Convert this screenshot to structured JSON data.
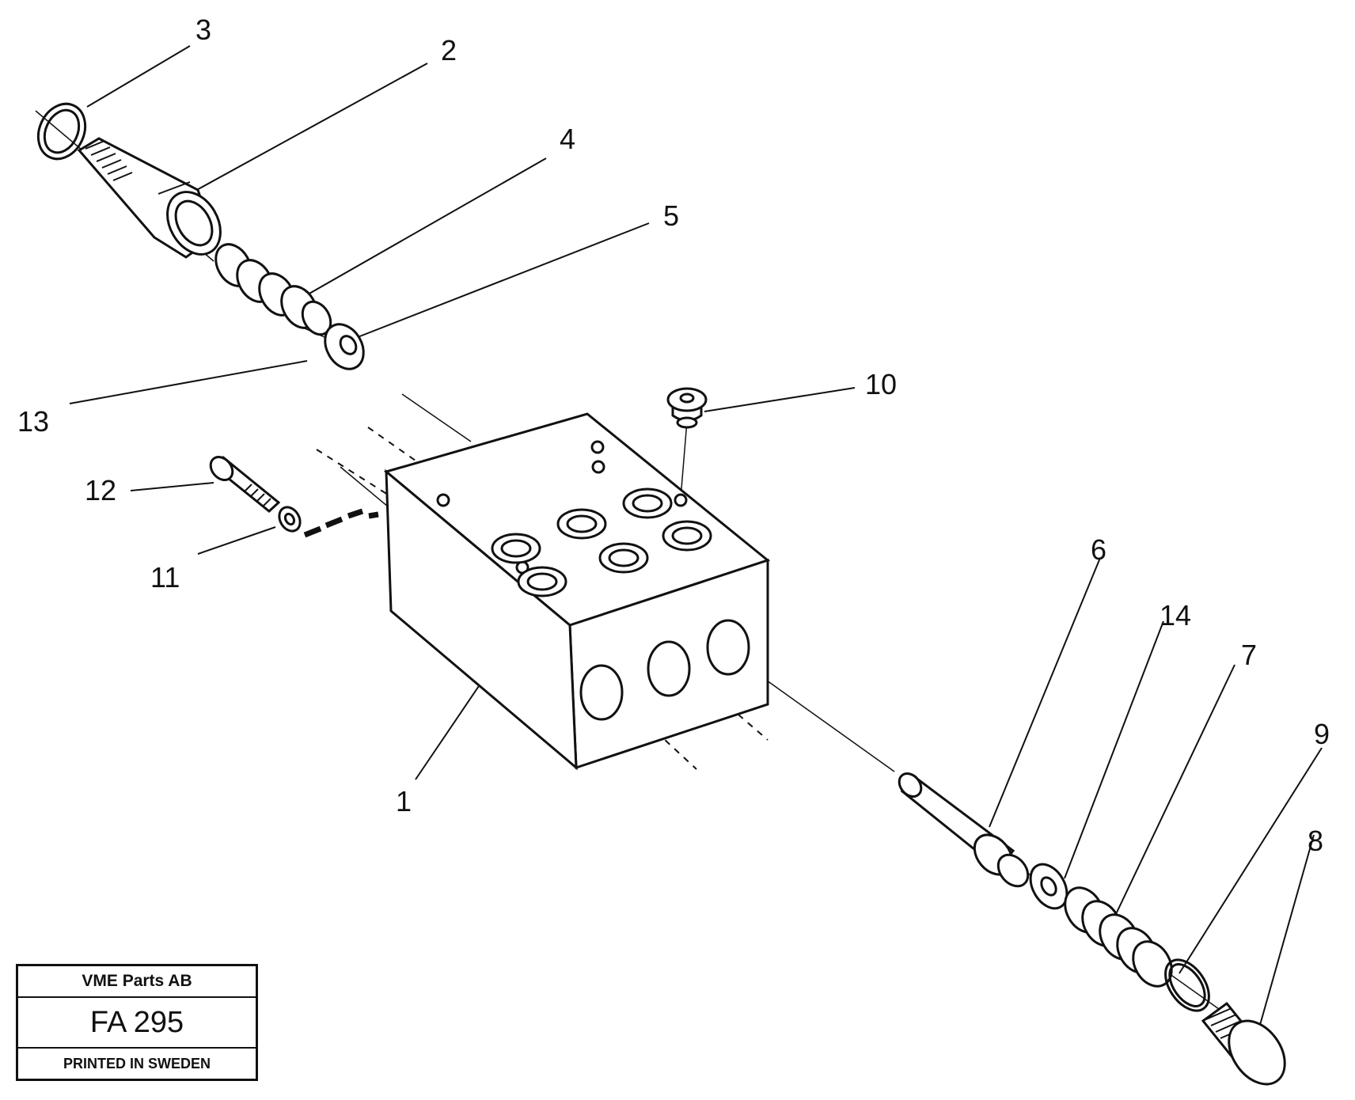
{
  "callouts": [
    {
      "id": "1",
      "label": "1"
    },
    {
      "id": "2",
      "label": "2"
    },
    {
      "id": "3",
      "label": "3"
    },
    {
      "id": "4",
      "label": "4"
    },
    {
      "id": "5",
      "label": "5"
    },
    {
      "id": "6",
      "label": "6"
    },
    {
      "id": "7",
      "label": "7"
    },
    {
      "id": "8",
      "label": "8"
    },
    {
      "id": "9",
      "label": "9"
    },
    {
      "id": "10",
      "label": "10"
    },
    {
      "id": "11",
      "label": "11"
    },
    {
      "id": "12",
      "label": "12"
    },
    {
      "id": "13",
      "label": "13"
    },
    {
      "id": "14",
      "label": "14"
    }
  ],
  "titleblock": {
    "company": "VME Parts AB",
    "drawing_number": "FA 295",
    "printed": "PRINTED IN SWEDEN"
  }
}
